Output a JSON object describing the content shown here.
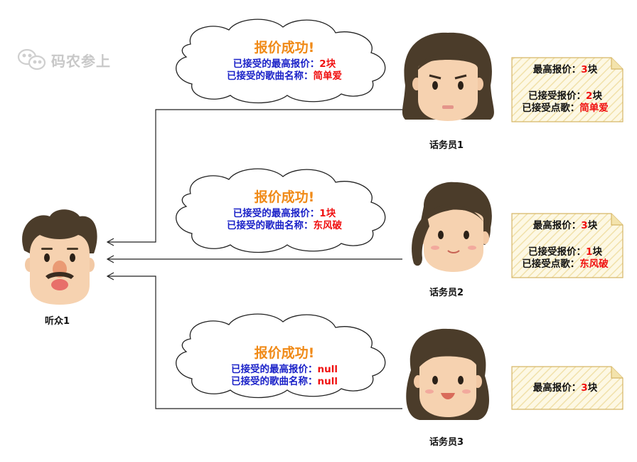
{
  "watermark": {
    "text": "码农参上"
  },
  "listener": {
    "label": "听众1"
  },
  "agents": [
    {
      "label": "话务员1",
      "status_title": "报价成功!",
      "accepted_price_label": "已接受的最高报价：",
      "accepted_price_value": "2块",
      "accepted_song_label": "已接受的歌曲名称：",
      "accepted_song_value": "简单爱",
      "note": {
        "max_price_label": "最高报价：",
        "max_price_num": "3",
        "max_price_unit": "块",
        "accepted_quote_label": "已接受报价：",
        "accepted_quote_num": "2",
        "accepted_quote_unit": "块",
        "accepted_song_label": "已接受点歌：",
        "accepted_song_value": "简单爱"
      }
    },
    {
      "label": "话务员2",
      "status_title": "报价成功!",
      "accepted_price_label": "已接受的最高报价：",
      "accepted_price_value": "1块",
      "accepted_song_label": "已接受的歌曲名称：",
      "accepted_song_value": "东风破",
      "note": {
        "max_price_label": "最高报价：",
        "max_price_num": "3",
        "max_price_unit": "块",
        "accepted_quote_label": "已接受报价：",
        "accepted_quote_num": "1",
        "accepted_quote_unit": "块",
        "accepted_song_label": "已接受点歌：",
        "accepted_song_value": "东风破"
      }
    },
    {
      "label": "话务员3",
      "status_title": "报价成功!",
      "accepted_price_label": "已接受的最高报价：",
      "accepted_price_value": "null",
      "accepted_song_label": "已接受的歌曲名称：",
      "accepted_song_value": "null",
      "note": {
        "max_price_label": "最高报价：",
        "max_price_num": "3",
        "max_price_unit": "块"
      }
    }
  ],
  "colors": {
    "title_orange": "#f08a17",
    "text_blue": "#1b22c8",
    "value_red": "#f01010",
    "note_fill": "#fdf8e4",
    "note_stripe": "#f0dc9e",
    "note_border": "#d8b86a"
  }
}
